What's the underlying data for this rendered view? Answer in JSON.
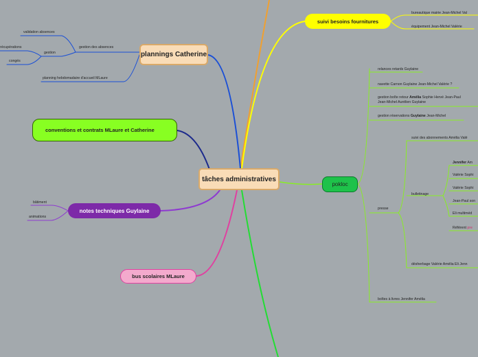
{
  "central": "tâches administratives",
  "colors": {
    "background": "#a3a9ad",
    "yellow": "#ffff00",
    "green": "#22cc33",
    "lime": "#88ff22",
    "purple": "#7d2aa8",
    "pink": "#e040a0",
    "blue": "#1a4fd6",
    "orange": "#f0a030"
  },
  "plannings": {
    "title": "plannings Catherine",
    "gestion_absences": "gestion des absences",
    "validation": "validation absences",
    "gestion": "gestion",
    "recuperations": "récupérations",
    "conges": "congés",
    "planning_hebdo": "planning hebdomadaire d'accueil MLaure"
  },
  "conventions": {
    "title": "conventions et contrats MLaure et Catherine"
  },
  "notes": {
    "title": "notes techniques Guylaine",
    "batiment": "bâtiment",
    "animations": "animations"
  },
  "bus": {
    "title": "bus scolaires MLaure"
  },
  "suivi": {
    "title": "suivi besoins fournitures",
    "bureautique": "bureautique mairie Jean-Michel Val",
    "equipement": "équipement Jean-Michel Valérie"
  },
  "pokloc": {
    "title": "pokloc",
    "relances": "relances retards Guylaine",
    "navette": "navette Carnon Guylaine Jean-Michel Valérie ?",
    "gestion_boite_1a": "gestion boîte retour ",
    "gestion_boite_1b": "Amélia",
    "gestion_boite_1c": " Sophie Hervé Jean-Paul",
    "gestion_boite_2": "Jean-Michel Aurélien Guylaine",
    "reservations_a": "gestion réservations ",
    "reservations_b": "Guylaine",
    "reservations_c": " Jean-Michel",
    "presse": "presse",
    "abonnements": "suivi des abonnements Amélia Valé",
    "bulletinage": "bulletinage",
    "bul_1a": "Jennifer",
    "bul_1b": " Am",
    "bul_2": "Valérie Sophi",
    "bul_3": "Valérie Sophi",
    "bul_4": "Jean-Paul son",
    "bul_5": "Eli multiméd",
    "bul_6a": "Référent ",
    "bul_6b": "pre",
    "desherbage": "désherbage Valérie Amélia Eli Jenn",
    "boites_livres": "boîtes à livres Jennifer Amélia"
  }
}
